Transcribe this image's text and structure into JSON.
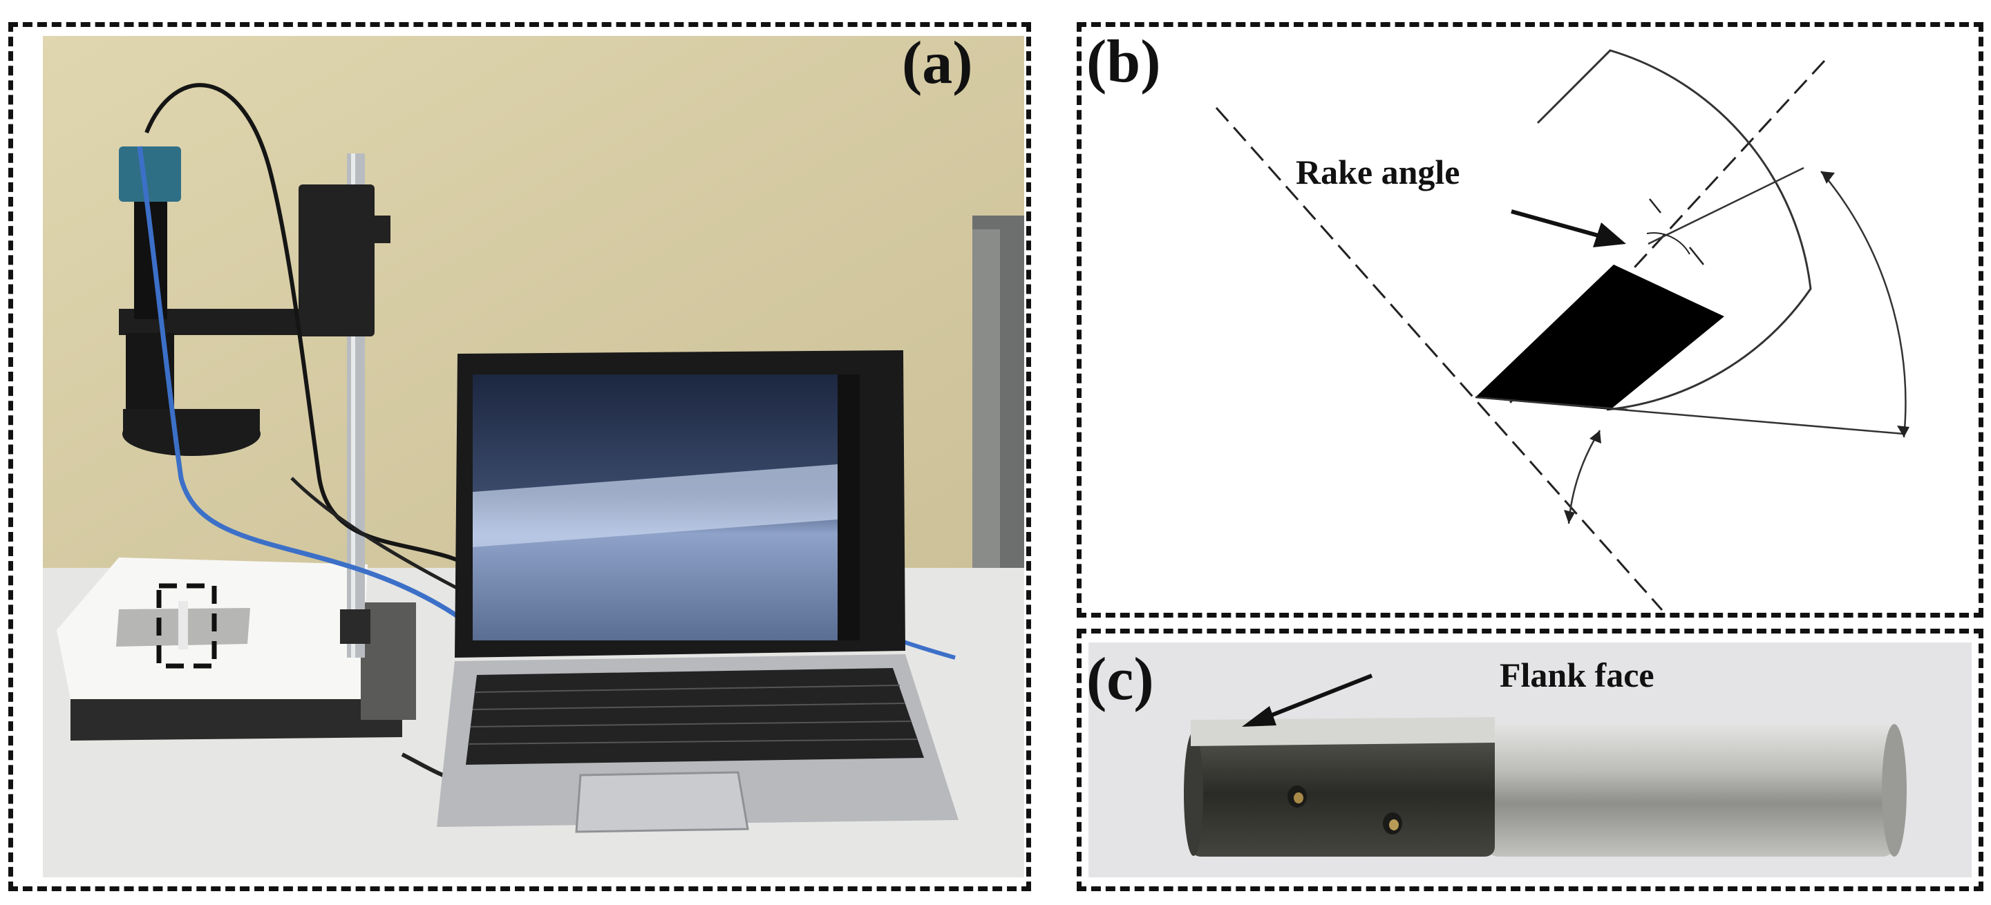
{
  "panels": {
    "a": {
      "label": "(a)"
    },
    "b": {
      "label": "(b)",
      "annotation": "Rake angle"
    },
    "c": {
      "label": "(c)",
      "annotation": "Flank face"
    }
  },
  "colors": {
    "wall": "#d9cfa6",
    "desk": "#e6e6e4",
    "laptop_body": "#b7b9bc",
    "screen_frame": "#1a1a1a",
    "tool_steel": "#b9b9b6",
    "tool_dark": "#2b2b28"
  }
}
